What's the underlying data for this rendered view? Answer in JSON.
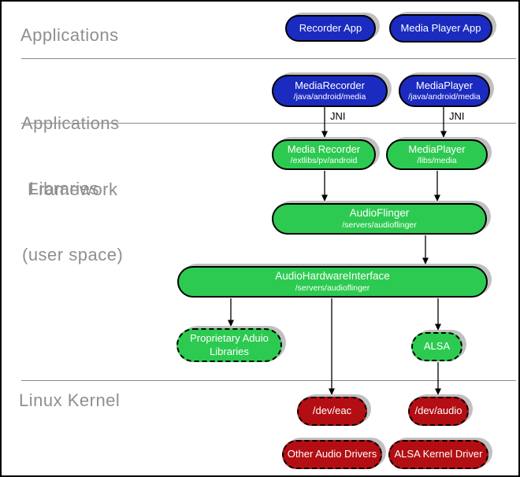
{
  "colors": {
    "node_blue": "#1b2bc0",
    "node_green": "#2dca51",
    "node_red": "#b30e13",
    "shadow": "#c0c0c0",
    "section_text": "#8f8f8f",
    "divider": "#8a8a8a"
  },
  "sections": {
    "applications": {
      "label": "Applications"
    },
    "framework": {
      "line1": "Applications",
      "line2": "Framework"
    },
    "libraries": {
      "line1": "Libraries",
      "line2": "(user space)"
    },
    "kernel": {
      "label": "Linux Kernel"
    }
  },
  "connector_labels": {
    "jni_left": "JNI",
    "jni_right": "JNI"
  },
  "nodes": {
    "recorder_app": {
      "label": "Recorder App"
    },
    "media_player_app": {
      "label": "Media Player App"
    },
    "media_recorder_fw": {
      "label": "MediaRecorder",
      "path": "/java/android/media"
    },
    "media_player_fw": {
      "label": "MediaPlayer",
      "path": "/java/android/media"
    },
    "media_recorder_lib": {
      "label": "Media Recorder",
      "path": "/extlibs/pv/android"
    },
    "media_player_lib": {
      "label": "MediaPlayer",
      "path": "/libs/media"
    },
    "audioflinger": {
      "label": "AudioFlinger",
      "path": "/servers/audioflinger"
    },
    "audio_hardware_interface": {
      "label": "AudioHardwareInterface",
      "path": "/servers/audioflinger"
    },
    "proprietary_audio_libs": {
      "label": "Proprietary Aduio Libraries"
    },
    "alsa": {
      "label": "ALSA"
    },
    "dev_eac": {
      "label": "/dev/eac"
    },
    "dev_audio": {
      "label": "/dev/audio"
    },
    "other_audio_drivers": {
      "label": "Other Audio Drivers"
    },
    "alsa_kernel_driver": {
      "label": "ALSA Kernel Driver"
    }
  }
}
